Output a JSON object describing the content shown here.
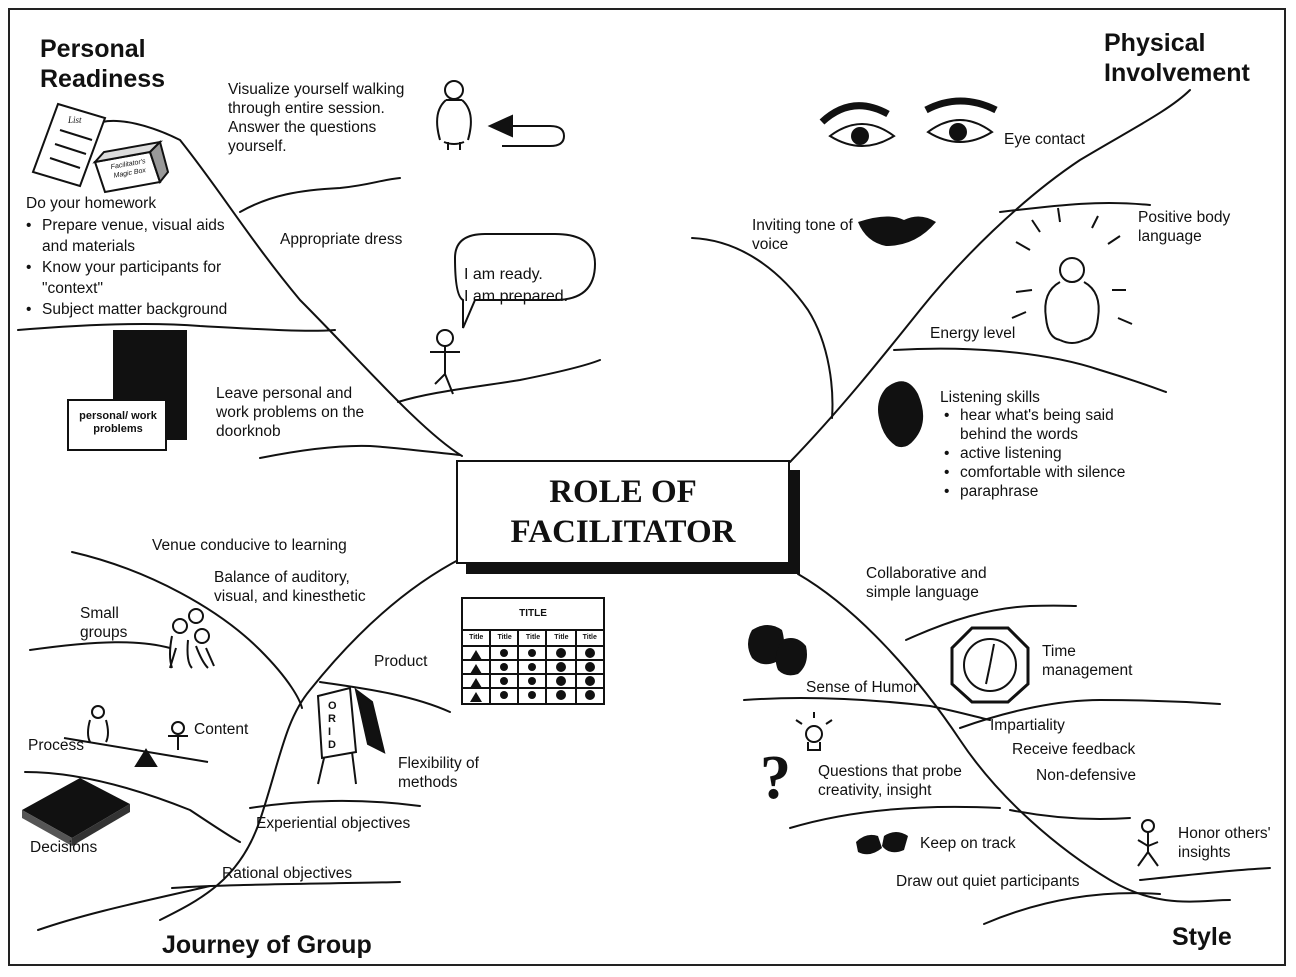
{
  "center_title": [
    "ROLE OF",
    "FACILITATOR"
  ],
  "branches": {
    "personal_readiness": {
      "heading": [
        "Personal",
        "Readiness"
      ],
      "visualize": "Visualize yourself walking through entire session.  Answer the questions yourself.",
      "homework_title": "Do your homework",
      "homework_items": [
        "Prepare venue, visual aids and materials",
        "Know your participants for \"context\"",
        "Subject matter background"
      ],
      "dress": "Appropriate dress",
      "speech": [
        "I am ready.",
        "I am prepared."
      ],
      "leave_problems": "Leave personal and work problems on the doorknob",
      "problems_card": "personal/ work problems",
      "list_icon_label": "List",
      "toolbox_label": "Facilitator's Magic Box"
    },
    "physical_involvement": {
      "heading": [
        "Physical",
        "Involvement"
      ],
      "eye_contact": "Eye contact",
      "tone": "Inviting tone of voice",
      "body_language": "Positive body language",
      "energy": "Energy level",
      "listening_title": "Listening skills",
      "listening_items": [
        "hear what's being said behind the words",
        "active listening",
        "comfortable with silence",
        "paraphrase"
      ]
    },
    "journey_of_group": {
      "heading": "Journey of Group",
      "venue": "Venue conducive to learning",
      "balance": "Balance of auditory, visual, and kinesthetic",
      "small_groups": "Small groups",
      "product": "Product",
      "process": "Process",
      "content": "Content",
      "flexibility": "Flexibility of methods",
      "decisions": "Decisions",
      "experiential": "Experiential objectives",
      "rational": "Rational objectives",
      "table_title": "TITLE",
      "table_header": "Title",
      "orid": "ORID"
    },
    "style": {
      "heading": "Style",
      "collaborative": "Collaborative and simple language",
      "time": "Time management",
      "humor": "Sense of Humor",
      "impartiality": "Impartiality",
      "feedback": "Receive feedback",
      "nondefensive": "Non-defensive",
      "questions": "Questions that probe creativity, insight",
      "keep_track": "Keep on track",
      "honor": "Honor others' insights",
      "draw_out": "Draw out quiet participants"
    }
  }
}
